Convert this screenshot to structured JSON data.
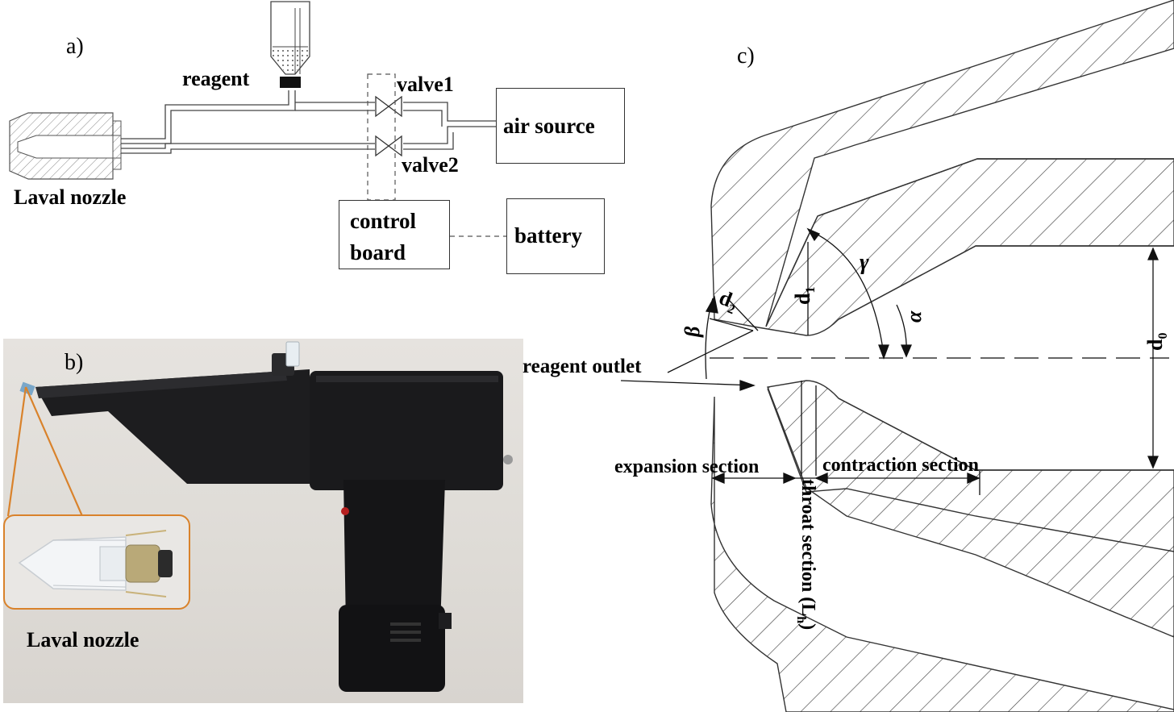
{
  "panels": {
    "a": {
      "letter": "a)",
      "reagent": "reagent",
      "valve1": "valve1",
      "valve2": "valve2",
      "air_source": "air source",
      "control_board_line1": "control",
      "control_board_line2": "board",
      "battery": "battery",
      "laval_nozzle": "Laval nozzle"
    },
    "b": {
      "letter": "b)",
      "laval_nozzle": "Laval nozzle"
    },
    "c": {
      "letter": "c)",
      "reagent_outlet": "reagent outlet",
      "expansion_section": "expansion section",
      "contraction_section": "contraction section",
      "throat_section": "throat section (L",
      "throat_sub": "h",
      "throat_close": ")",
      "d0": "d",
      "d0_sub": "0",
      "d1": "d",
      "d1_sub": "1",
      "d2": "d",
      "d2_sub": "2",
      "alpha": "α",
      "beta": "β",
      "gamma": "γ"
    }
  },
  "colors": {
    "line": "#333333",
    "hatch": "#444444",
    "gun_body": "#1c1c1e",
    "inset_border": "#d9822b"
  }
}
